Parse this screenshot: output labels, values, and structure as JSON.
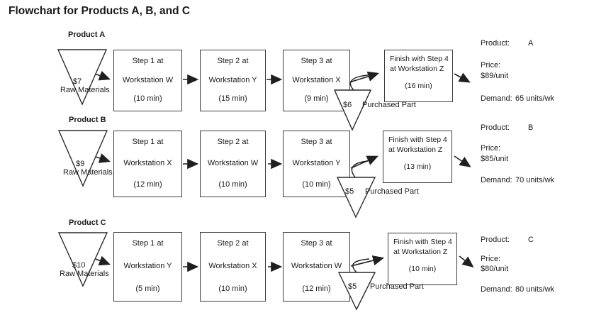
{
  "title": "Flowchart for Products A, B, and C",
  "products": [
    {
      "name": "Product A",
      "raw_material": {
        "cost": "$7",
        "label": "Raw Materials"
      },
      "steps": [
        {
          "step": "Step 1 at",
          "workstation": "Workstation W",
          "time": "(10 min)"
        },
        {
          "step": "Step 2 at",
          "workstation": "Workstation Y",
          "time": "(15 min)"
        },
        {
          "step": "Step 3 at",
          "workstation": "Workstation X",
          "time": "(9 min)"
        }
      ],
      "finish": {
        "line1": "Finish with Step 4",
        "line2": "at Workstation Z",
        "time": "(16 min)"
      },
      "purchased_part": {
        "cost": "$6",
        "label": "Purchased Part"
      },
      "info": {
        "product_label": "Product:",
        "product_value": "A",
        "price_label": "Price:",
        "price_value": "$89/unit",
        "demand_label": "Demand:",
        "demand_value": "65 units/wk"
      }
    },
    {
      "name": "Product B",
      "raw_material": {
        "cost": "$9",
        "label": "Raw Materials"
      },
      "steps": [
        {
          "step": "Step 1 at",
          "workstation": "Workstation X",
          "time": "(12 min)"
        },
        {
          "step": "Step 2 at",
          "workstation": "Workstation W",
          "time": "(10 min)"
        },
        {
          "step": "Step 3 at",
          "workstation": "Workstation Y",
          "time": "(10 min)"
        }
      ],
      "finish": {
        "line1": "Finish with Step 4",
        "line2": "at Workstation Z",
        "time": "(13 min)"
      },
      "purchased_part": {
        "cost": "$5",
        "label": "Purchased Part"
      },
      "info": {
        "product_label": "Product:",
        "product_value": "B",
        "price_label": "Price:",
        "price_value": "$85/unit",
        "demand_label": "Demand:",
        "demand_value": "70 units/wk"
      }
    },
    {
      "name": "Product C",
      "raw_material": {
        "cost": "$10",
        "label": "Raw Materials"
      },
      "steps": [
        {
          "step": "Step 1 at",
          "workstation": "Workstation Y",
          "time": "(5 min)"
        },
        {
          "step": "Step 2 at",
          "workstation": "Workstation X",
          "time": "(10 min)"
        },
        {
          "step": "Step 3 at",
          "workstation": "Workstation W",
          "time": "(12 min)"
        }
      ],
      "finish": {
        "line1": "Finish with Step 4",
        "line2": "at Workstation Z",
        "time": "(10 min)"
      },
      "purchased_part": {
        "cost": "$5",
        "label": "Purchased Part"
      },
      "info": {
        "product_label": "Product:",
        "product_value": "C",
        "price_label": "Price:",
        "price_value": "$80/unit",
        "demand_label": "Demand:",
        "demand_value": "80 units/wk"
      }
    }
  ],
  "colors": {
    "line": "#1f1f1f",
    "box_border": "#3d3d3d",
    "background": "#ffffff",
    "text": "#1a1a1a"
  }
}
